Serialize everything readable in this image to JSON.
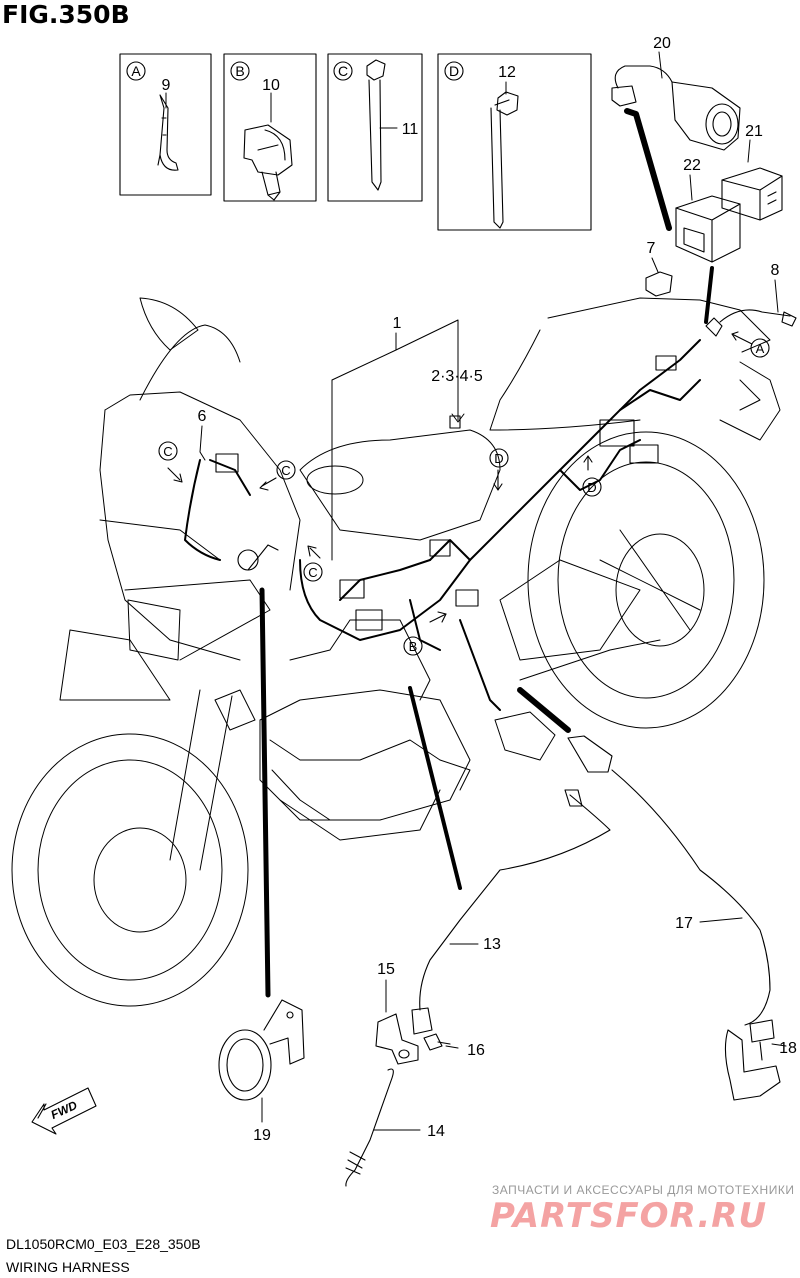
{
  "figure": {
    "title": "FIG.350B",
    "code": "DL1050RCM0_E03_E28_350B",
    "caption": "WIRING HARNESS"
  },
  "insets": [
    {
      "letter": "A",
      "part": "9"
    },
    {
      "letter": "B",
      "part": "10"
    },
    {
      "letter": "C",
      "part": "11"
    },
    {
      "letter": "D",
      "part": "12"
    }
  ],
  "callouts": {
    "p1": "1",
    "p2345": "2·3·4·5",
    "p6": "6",
    "p7": "7",
    "p8": "8",
    "p13": "13",
    "p14": "14",
    "p15": "15",
    "p16": "16",
    "p17": "17",
    "p18": "18",
    "p19": "19",
    "p20": "20",
    "p21": "21",
    "p22": "22"
  },
  "ref_letters": {
    "a_right": "A",
    "b_frame": "B",
    "c_fairing_left": "C",
    "c_fairing_right": "C",
    "c_frame": "C",
    "d_top": "D",
    "d_rear": "D"
  },
  "fwd_label": "FWD",
  "watermark": {
    "line1": "ЗАПЧАСТИ И АКСЕССУАРЫ ДЛЯ МОТОТЕХНИКИ",
    "logo": "PARTSFOR.RU"
  }
}
